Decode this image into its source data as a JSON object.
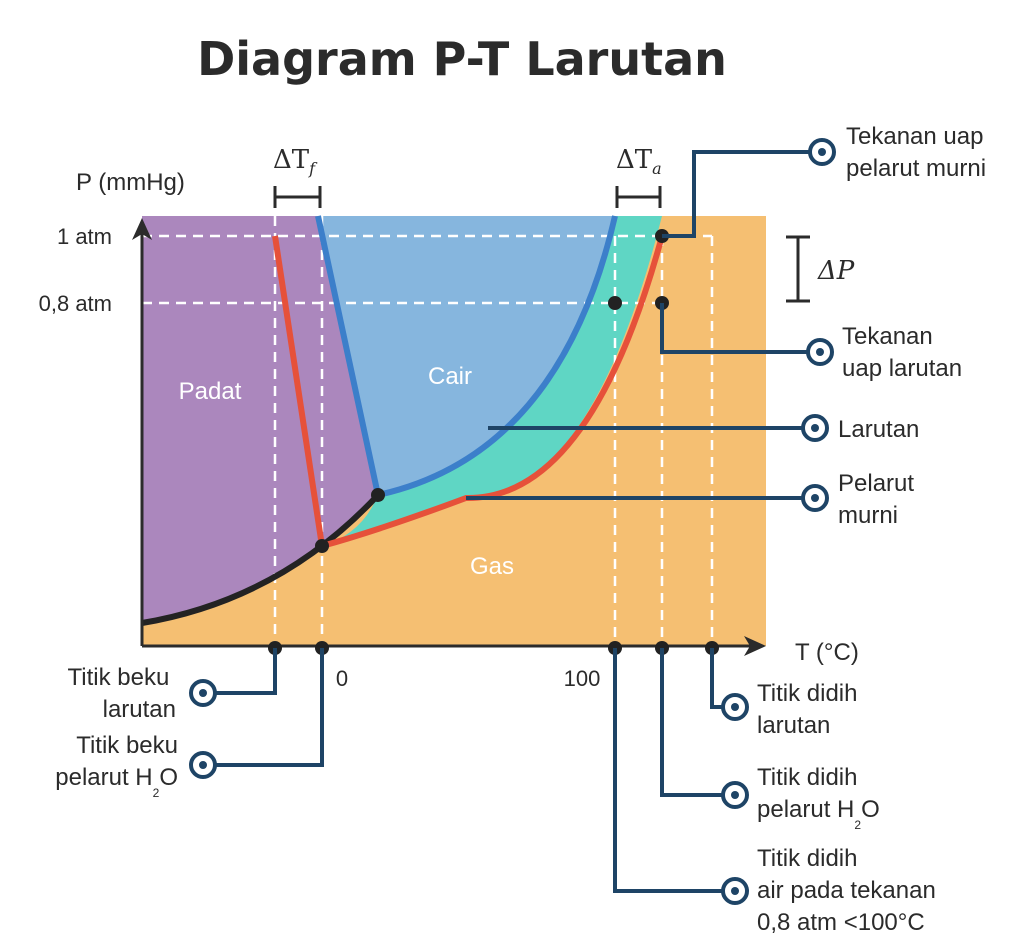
{
  "title": "Diagram P-T Larutan",
  "axes": {
    "y_label": "P (mmHg)",
    "x_label": "T (°C)",
    "y_ticks": [
      "1 atm",
      "0,8 atm"
    ],
    "x_ticks": [
      "0",
      "100"
    ]
  },
  "deltas": {
    "freezing": {
      "symbol": "ΔT",
      "sub": "f"
    },
    "boiling": {
      "symbol": "ΔT",
      "sub": "a"
    },
    "pressure": {
      "symbol": "ΔP"
    }
  },
  "regions": {
    "solid": "Padat",
    "liquid": "Cair",
    "gas": "Gas"
  },
  "callouts": {
    "pure_vapor": [
      "Tekanan uap",
      "pelarut murni"
    ],
    "solution_vapor": [
      "Tekanan",
      "uap larutan"
    ],
    "solution": [
      "Larutan"
    ],
    "pure_solvent": [
      "Pelarut",
      "murni"
    ],
    "fp_solution": [
      "Titik beku",
      "larutan"
    ],
    "fp_solvent": {
      "line1": "Titik beku",
      "line2_a": "pelarut H",
      "line2_sub": "2",
      "line2_b": "O"
    },
    "bp_solution": [
      "Titik didih",
      "larutan"
    ],
    "bp_solvent": {
      "line1": "Titik didih",
      "line2_a": "pelarut H",
      "line2_sub": "2",
      "line2_b": "O"
    },
    "bp_low_pressure": [
      "Titik didih",
      "air pada tekanan",
      "0,8 atm <100°C"
    ]
  },
  "colors": {
    "solid": "#ab87bd",
    "liquid": "#86b6de",
    "gas": "#f5bf72",
    "solution_band": "#5fd6c4",
    "solvent_curve": "#3c7fca",
    "solution_curve": "#e6513a",
    "sublimation_curve": "#232323",
    "leader": "#1e4466"
  }
}
